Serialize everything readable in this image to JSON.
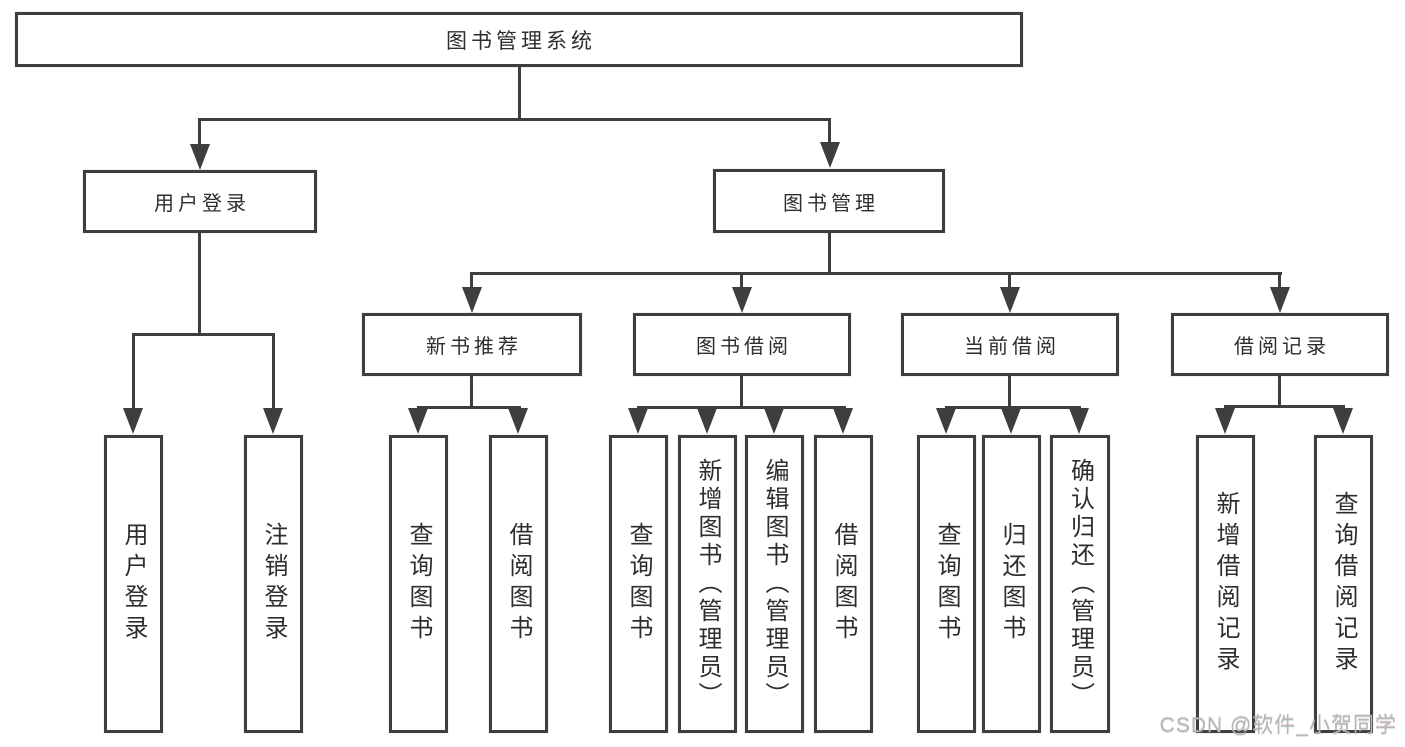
{
  "diagram": {
    "type": "hierarchy-chart",
    "colors": {
      "line": "#3e3e3e",
      "text": "#2e2e2e",
      "background": "#ffffff",
      "watermark": "#b6b6b6"
    },
    "tree": {
      "label": "图书管理系统",
      "children": [
        {
          "label": "用户登录",
          "children": [
            {
              "label": "用户登录"
            },
            {
              "label": "注销登录"
            }
          ]
        },
        {
          "label": "图书管理",
          "children": [
            {
              "label": "新书推荐",
              "children": [
                {
                  "label": "查询图书"
                },
                {
                  "label": "借阅图书"
                }
              ]
            },
            {
              "label": "图书借阅",
              "children": [
                {
                  "label": "查询图书"
                },
                {
                  "label": "新增图书（管理员）"
                },
                {
                  "label": "编辑图书（管理员）"
                },
                {
                  "label": "借阅图书"
                }
              ]
            },
            {
              "label": "当前借阅",
              "children": [
                {
                  "label": "查询图书"
                },
                {
                  "label": "归还图书"
                },
                {
                  "label": "确认归还（管理员）"
                }
              ]
            },
            {
              "label": "借阅记录",
              "children": [
                {
                  "label": "新增借阅记录"
                },
                {
                  "label": "查询借阅记录"
                }
              ]
            }
          ]
        }
      ]
    }
  },
  "watermark": {
    "text": "CSDN @软件_小贺同学"
  }
}
